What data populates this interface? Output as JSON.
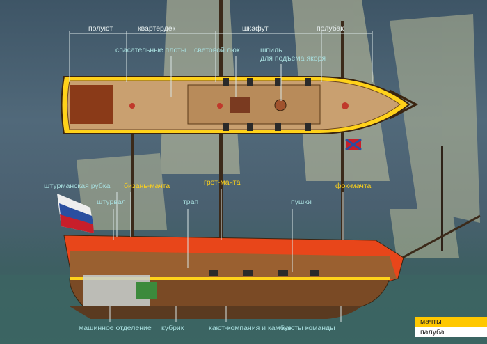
{
  "sections": {
    "poop": "полуют",
    "quarterdeck": "квартердек",
    "waist": "шкафут",
    "forecastle": "полубак"
  },
  "top_labels": {
    "life_rafts": "спасательные плоты",
    "skylight": "световой люк",
    "capstan_1": "шпиль",
    "capstan_2": "для подъёма якоря"
  },
  "side_labels": {
    "chart_house": "штурманская рубка",
    "mizzen_mast": "бизань-мачта",
    "main_mast": "грот-мачта",
    "fore_mast": "фок-мачта",
    "wheel": "штурвал",
    "ladder": "трап",
    "cannons": "пушки"
  },
  "bottom_labels": {
    "engine_room": "машинное отделение",
    "crew_quarters": "кубрик",
    "wardroom_galley": "кают-компания и камбуз",
    "crew_cabins": "каюты команды"
  },
  "legend": {
    "masts": "мачты",
    "deck": "палуба"
  },
  "colors": {
    "masts": "#ffc800",
    "deck": "#ffffff",
    "label": "#a8dede"
  }
}
